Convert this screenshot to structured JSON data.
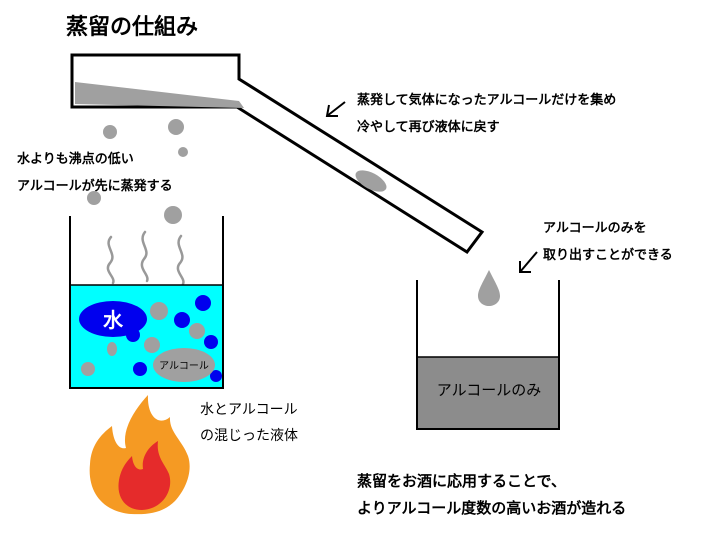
{
  "title": "蒸留の仕組み",
  "annotations": {
    "vapor_line1": "蒸発して気体になったアルコールだけを集め",
    "vapor_line2": "冷やして再び液体に戻す",
    "low_boil_line1": "水よりも沸点の低い",
    "low_boil_line2": "アルコールが先に蒸発する",
    "extract_line1": "アルコールのみを",
    "extract_line2": "取り出すことができる",
    "mixture_line1": "水とアルコール",
    "mixture_line2": "の混じった液体",
    "conclusion_line1": "蒸留をお酒に応用することで、",
    "conclusion_line2": "よりアルコール度数の高いお酒が造れる"
  },
  "left_beaker": {
    "water_label": "水",
    "alcohol_label": "アルコール"
  },
  "right_beaker": {
    "content_label": "アルコールのみ"
  },
  "colors": {
    "water_liquid": "#00ffff",
    "water_particle": "#0000ee",
    "alcohol_particle": "#a0a0a0",
    "alcohol_collected": "#8c8c8c",
    "flame_outer": "#f59a23",
    "flame_inner": "#e52b2b"
  }
}
